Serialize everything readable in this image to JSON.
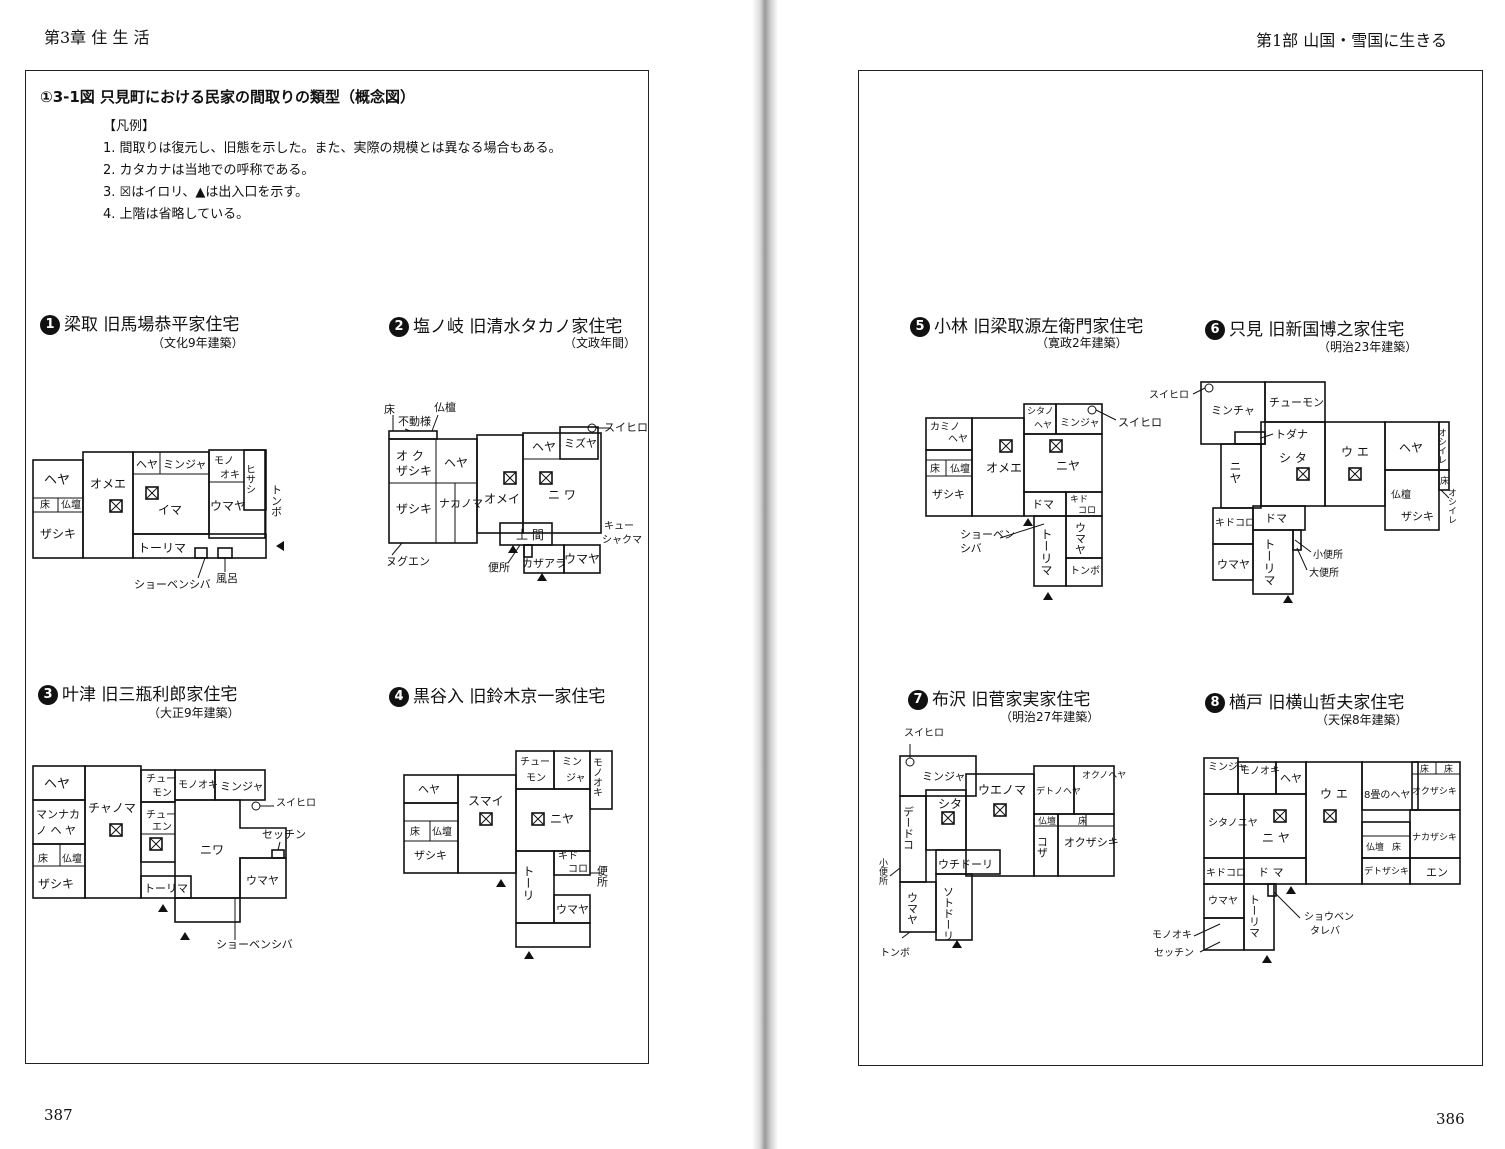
{
  "left_page": {
    "running_header": "第3章 住 生 活",
    "page_number": "387",
    "figure_title": "①3-1図 只見町における民家の間取りの類型（概念図）",
    "legend": {
      "heading": "【凡例】",
      "items": [
        "1. 間取りは復元し、旧態を示した。また、実際の規模とは異なる場合もある。",
        "2. カタカナは当地での呼称である。",
        "3. ☒はイロリ、▲は出入口を示す。",
        "4. 上階は省略している。"
      ]
    },
    "plans": [
      {
        "num": "1",
        "title": "梁取 旧馬場恭平家住宅",
        "date": "（文化9年建築）",
        "labels": {
          "heya": "ヘヤ",
          "toko": "床",
          "butsudan": "仏壇",
          "zashiki": "ザシキ",
          "omee": "オメエ",
          "heya2": "ヘヤ",
          "minja": "ミンジャ",
          "ima": "イマ",
          "mono": "モノ",
          "oki": "オキ",
          "umaya": "ウマヤ",
          "hisashi": "ヒサシ",
          "tonbo": "トンボ",
          "torima": "トーリマ",
          "shoben": "ショーベンシバ",
          "furo": "風呂"
        }
      },
      {
        "num": "2",
        "title": "塩ノ岐 旧清水タカノ家住宅",
        "date": "（文政年間）",
        "labels": {
          "toko": "床",
          "fudo": "不動様",
          "butsudan": "仏檀",
          "oku": "オ ク",
          "okuzashiki": "ザシキ",
          "heya": "ヘヤ",
          "zashiki": "ザシキ",
          "nakano": "ナカノマ",
          "omei": "オメイ",
          "heya2": "ヘヤ",
          "mizuya": "ミズヤ",
          "suihiro": "スイヒロ",
          "niwa": "ニ ワ",
          "doma": "土 間",
          "kyusha": "キュー",
          "kyusha2": "シャクマ",
          "umaya": "ウマヤ",
          "benjo": "便所",
          "kazaara": "カザアラ",
          "nuguen": "ヌグエン"
        }
      },
      {
        "num": "3",
        "title": "叶津 旧三瓶利郎家住宅",
        "date": "（大正9年建築）",
        "labels": {
          "heya": "ヘヤ",
          "manaka1": "マンナカ",
          "manaka2": "ノ ヘ ヤ",
          "toko": "床",
          "butsudan": "仏壇",
          "zashiki": "ザシキ",
          "chanoma": "チャノマ",
          "chumon1": "チュー",
          "chumon2": "モン",
          "monooki": "モノオキ",
          "minja": "ミンジャ",
          "suihiro": "スイヒロ",
          "chuen1": "チュー",
          "chuen2": "エン",
          "niwa": "ニワ",
          "secchin": "セッチン",
          "umaya": "ウマヤ",
          "torima": "トーリマ",
          "shoben": "ショーベンシバ"
        }
      },
      {
        "num": "4",
        "title": "黒谷入 旧鈴木京一家住宅",
        "date": "",
        "labels": {
          "heya": "ヘヤ",
          "toko": "床",
          "butsudan": "仏壇",
          "zashiki": "ザシキ",
          "sumai": "スマイ",
          "chumon1": "チュー",
          "chumon2": "モン",
          "minja1": "ミン",
          "minja2": "ジャ",
          "monooki": "モノオキ",
          "niya": "ニヤ",
          "kido1": "キド",
          "kido2": "コロ",
          "benjo": "便所",
          "tori": "トーリ",
          "umaya": "ウマヤ"
        }
      }
    ]
  },
  "right_page": {
    "running_header": "第1部 山国・雪国に生きる",
    "page_number": "386",
    "plans": [
      {
        "num": "5",
        "title": "小林 旧梁取源左衛門家住宅",
        "date": "（寛政2年建築）",
        "labels": {
          "kamino": "カミノ",
          "heya": "ヘヤ",
          "toko": "床",
          "butsudan": "仏壇",
          "zashiki": "ザシキ",
          "omee": "オメエ",
          "shitano": "シタノ",
          "heya2": "ヘヤ",
          "minja": "ミンジャ",
          "suihiro": "スイヒロ",
          "niya": "ニヤ",
          "doma": "ドマ",
          "kido1": "キド",
          "kido2": "コロ",
          "umaya": "ウマヤ",
          "tonbo": "トンボ",
          "torima": "トーリマ",
          "shoben": "ショーベン",
          "shiba": "シバ"
        }
      },
      {
        "num": "6",
        "title": "只見 旧新国博之家住宅",
        "date": "（明治23年建築）",
        "labels": {
          "suihiro": "スイヒロ",
          "minja": "ミンチャ",
          "chumon": "チューモン",
          "todana": "トダナ",
          "niya": "ニヤ",
          "shita": "シ タ",
          "ue": "ウ エ",
          "heya": "ヘヤ",
          "oshiire": "オシイレ",
          "toko": "床",
          "butsudan": "仏檀",
          "zashiki": "ザシキ",
          "oshiire2": "オシイレ",
          "kidokoro": "キドコロ",
          "doma": "ドマ",
          "umaya": "ウマヤ",
          "torima": "トーリマ",
          "shoben": "小便所",
          "daiben": "大便所"
        }
      },
      {
        "num": "7",
        "title": "布沢 旧菅家実家住宅",
        "date": "（明治27年建築）",
        "labels": {
          "suihiro": "スイヒロ",
          "minja": "ミンジャ",
          "uenoma": "ウエノマ",
          "tenohea": "デトノヘヤ",
          "okuno": "オクノヘヤ",
          "dedoko": "デードコ",
          "shita": "シタ",
          "butsudan": "仏壇",
          "toko": "床",
          "koza": "コザ",
          "okuzashiki": "オクザシキ",
          "uchidori": "ウチドーリ",
          "sotodori": "ソトドーリ",
          "shoben": "小便所",
          "umaya": "ウマヤ",
          "tonbo": "トンボ"
        }
      },
      {
        "num": "8",
        "title": "楢戸 旧横山哲夫家住宅",
        "date": "（天保8年建築）",
        "labels": {
          "minja": "ミンジャ",
          "monooki": "モノオキ",
          "heya": "ヘヤ",
          "ue": "ウ エ",
          "hachijo": "8畳のヘヤ",
          "okuzashiki": "オクザシキ",
          "toko1": "床",
          "toko2": "床",
          "shitano": "シタノニヤ",
          "niya": "ニ ヤ",
          "nakazashiki": "ナカザシキ",
          "butsudan": "仏壇",
          "toko3": "床",
          "denozashiki": "デトザシキ",
          "en": "エン",
          "kidokoro": "キドコロ",
          "doma": "ド マ",
          "umaya": "ウマヤ",
          "torima": "トーリマ",
          "shoben": "ショウベン",
          "tareba": "タレバ",
          "monooki2": "モノオキ",
          "secchin": "セッチン"
        }
      }
    ]
  }
}
